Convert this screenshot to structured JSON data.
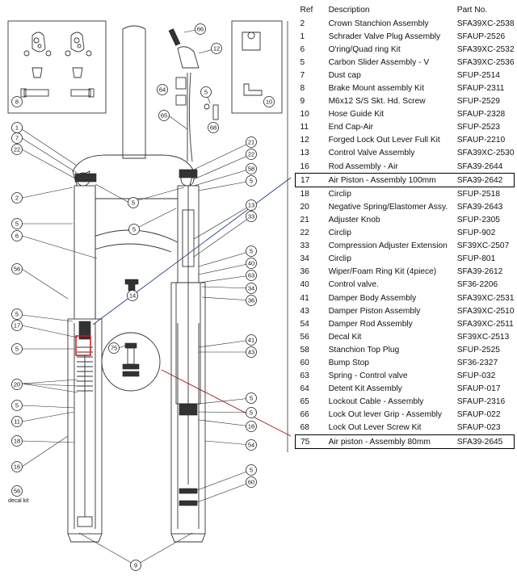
{
  "table": {
    "headers": {
      "ref": "Ref",
      "description": "Description",
      "part_no": "Part No."
    },
    "rows": [
      {
        "ref": "2",
        "description": "Crown Stanchion Assembly",
        "part_no": "SFA39XC-2538"
      },
      {
        "ref": "1",
        "description": "Schrader Valve Plug Assembly",
        "part_no": "SFAUP-2526"
      },
      {
        "ref": "6",
        "description": "O'ring/Quad ring Kit",
        "part_no": "SFA39XC-2532"
      },
      {
        "ref": "5",
        "description": "Carbon Slider Assembly - V",
        "part_no": "SFA39XC-2536"
      },
      {
        "ref": "7",
        "description": "Dust cap",
        "part_no": "SFUP-2514"
      },
      {
        "ref": "8",
        "description": "Brake Mount assembly Kit",
        "part_no": "SFAUP-2311"
      },
      {
        "ref": "9",
        "description": "M6x12 S/S Skt. Hd. Screw",
        "part_no": "SFUP-2529"
      },
      {
        "ref": "10",
        "description": "Hose Guide Kit",
        "part_no": "SFAUP-2328"
      },
      {
        "ref": "11",
        "description": "End Cap-Air",
        "part_no": "SFUP-2523"
      },
      {
        "ref": "12",
        "description": "Forged Lock Out Lever Full Kit",
        "part_no": "SFAUP-2210"
      },
      {
        "ref": "13",
        "description": "Control Valve Assembly",
        "part_no": "SFA39XC-2530"
      },
      {
        "ref": "16",
        "description": "Rod Assembly - Air",
        "part_no": "SFA39-2644"
      },
      {
        "ref": "17",
        "description": "Air Piston - Assembly 100mm",
        "part_no": "SFA39-2642",
        "boxed": true
      },
      {
        "ref": "18",
        "description": "Circlip",
        "part_no": "SFUP-2518"
      },
      {
        "ref": "20",
        "description": "Negative Spring/Elastomer Assy.",
        "part_no": "SFA39-2643"
      },
      {
        "ref": "21",
        "description": "Adjuster Knob",
        "part_no": "SFUP-2305"
      },
      {
        "ref": "22",
        "description": "Circlip",
        "part_no": "SFUP-902"
      },
      {
        "ref": "33",
        "description": "Compression Adjuster Extension",
        "part_no": "SF39XC-2507"
      },
      {
        "ref": "34",
        "description": "Circlip",
        "part_no": "SFUP-801"
      },
      {
        "ref": "36",
        "description": "Wiper/Foam Ring Kit (4piece)",
        "part_no": "SFA39-2612"
      },
      {
        "ref": "40",
        "description": "Control valve.",
        "part_no": "SF36-2206"
      },
      {
        "ref": "41",
        "description": "Damper Body Assembly",
        "part_no": "SFA39XC-2531"
      },
      {
        "ref": "43",
        "description": "Damper Piston Assembly",
        "part_no": "SFA39XC-2510"
      },
      {
        "ref": "54",
        "description": "Damper Rod Assembly",
        "part_no": "SFA39XC-2511"
      },
      {
        "ref": "56",
        "description": "Decal Kit",
        "part_no": "SF39XC-2513"
      },
      {
        "ref": "58",
        "description": "Stanchion Top Plug",
        "part_no": "SFUP-2525"
      },
      {
        "ref": "60",
        "description": "Bump Stop",
        "part_no": "SF36-2327"
      },
      {
        "ref": "63",
        "description": "Spring - Control valve",
        "part_no": "SFUP-032"
      },
      {
        "ref": "64",
        "description": "Detent Kit Assembly",
        "part_no": "SFAUP-017"
      },
      {
        "ref": "65",
        "description": "Lockout Cable - Assembly",
        "part_no": "SFAUP-2316"
      },
      {
        "ref": "66",
        "description": "Lock Out lever Grip - Assembly",
        "part_no": "SFAUP-022"
      },
      {
        "ref": "68",
        "description": "Lock Out Lever Screw Kit",
        "part_no": "SFAUP-023"
      },
      {
        "ref": "75",
        "description": "Air piston - Assembly 80mm",
        "part_no": "SFA39-2645",
        "boxed": true
      }
    ]
  },
  "callouts": {
    "c8": "8",
    "c10": "10",
    "c66": "66",
    "c12": "12",
    "c64": "64",
    "c5top": "5",
    "c68": "68",
    "c65": "65",
    "l1": "1",
    "l7": "7",
    "l22": "22",
    "l2": "2",
    "l5a": "5",
    "l6": "6",
    "l56a": "56",
    "l5b": "5",
    "l17": "17",
    "l5c": "5",
    "l20": "20",
    "l5d": "5",
    "l11": "11",
    "l18": "18",
    "l16": "16",
    "l56b": "56",
    "m5a": "5",
    "m5b": "5",
    "m14": "14",
    "m75": "75",
    "b9": "9",
    "r21": "21",
    "r22": "22",
    "r58": "58",
    "r5a": "5",
    "r13": "13",
    "r33": "33",
    "r5b": "5",
    "r40": "40",
    "r63": "63",
    "r34": "34",
    "r36": "36",
    "r41": "41",
    "r43": "43",
    "r5c": "5",
    "r5d": "5",
    "r18": "18",
    "r54": "54",
    "r5e": "5",
    "r60": "60"
  },
  "decal_label": "decal kit"
}
